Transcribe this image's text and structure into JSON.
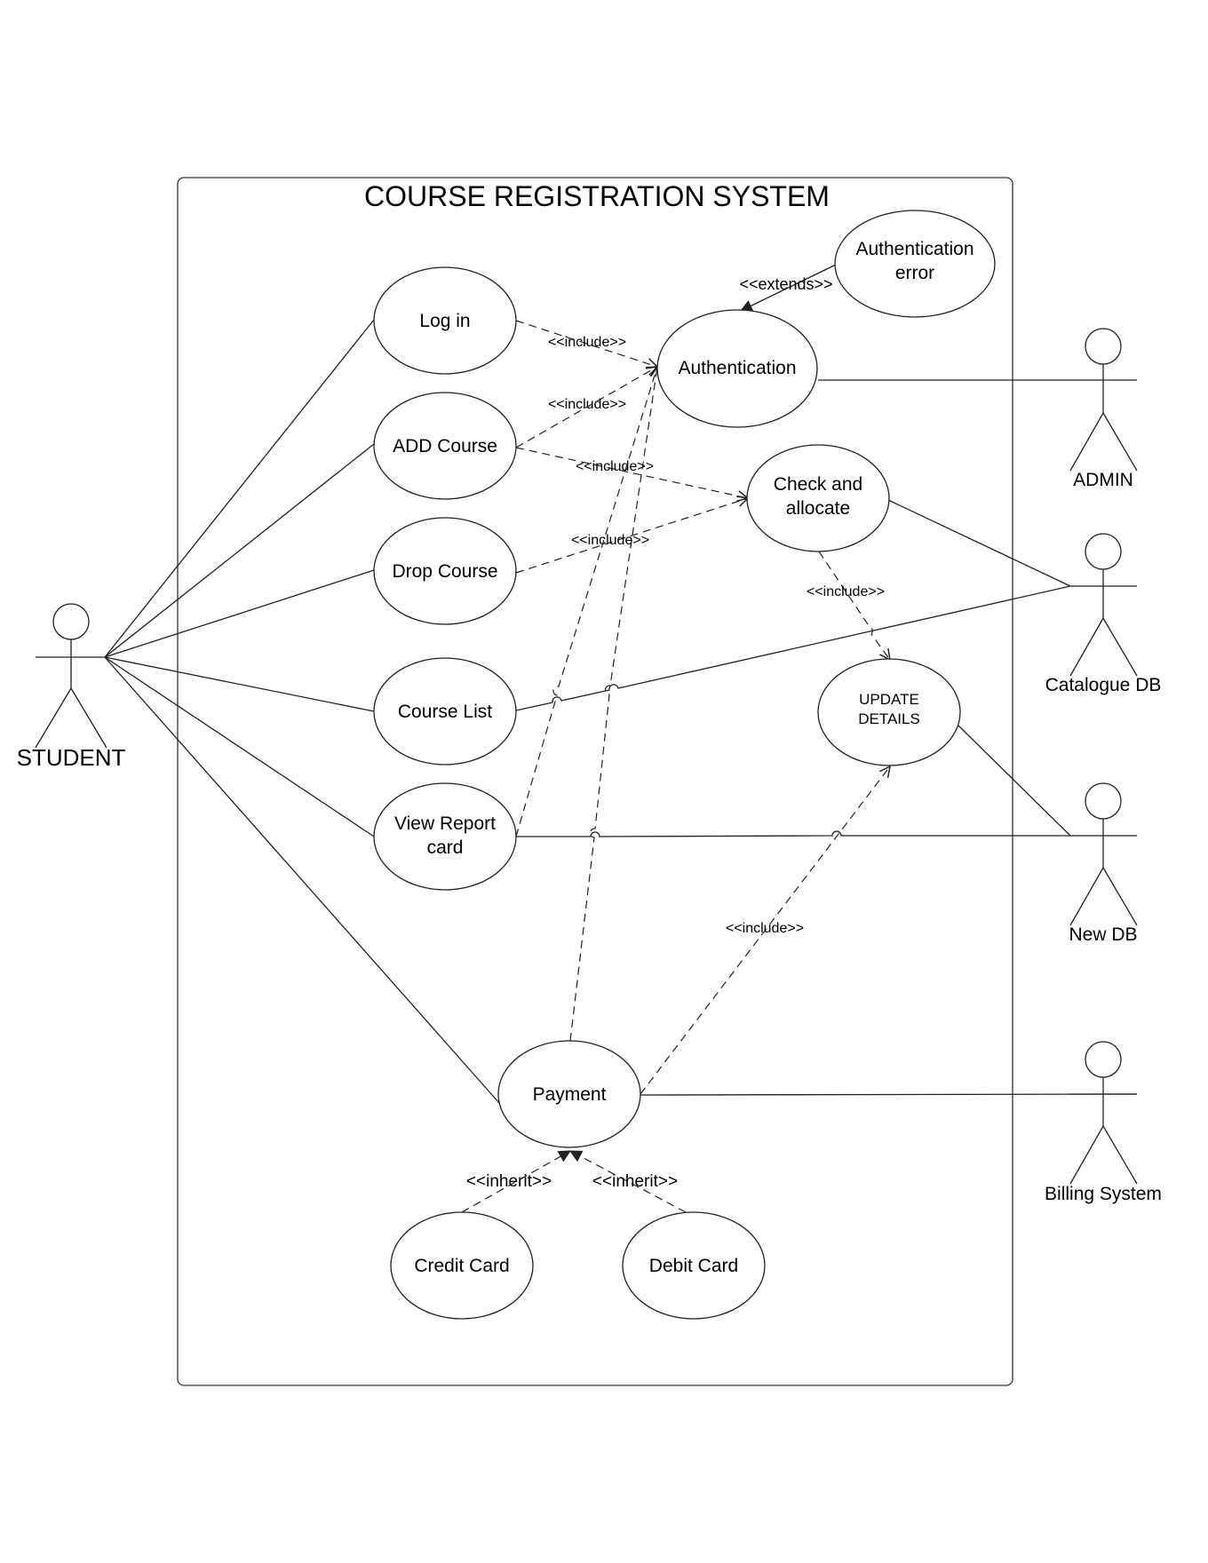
{
  "system": {
    "title": "COURSE REGISTRATION SYSTEM"
  },
  "use_cases": {
    "log_in": [
      "Log in"
    ],
    "add_course": [
      "ADD Course"
    ],
    "drop_course": [
      "Drop Course"
    ],
    "course_list": [
      "Course List"
    ],
    "view_report_card": [
      "View Report",
      "card"
    ],
    "authentication": [
      "Authentication"
    ],
    "authentication_error": [
      "Authentication",
      "error"
    ],
    "check_and_allocate": [
      "Check and",
      "allocate"
    ],
    "update_details": [
      "UPDATE",
      "DETAILS"
    ],
    "payment": [
      "Payment"
    ],
    "credit_card": [
      "Credit Card"
    ],
    "debit_card": [
      "Debit Card"
    ]
  },
  "actors": {
    "student": "STUDENT",
    "admin": "ADMIN",
    "catalogue_db": "Catalogue DB",
    "new_db": "New DB",
    "billing_system": "Billing System"
  },
  "relations": {
    "include": "<<include>>",
    "extends": "<<extends>>",
    "inherit": "<<inherit>>"
  }
}
